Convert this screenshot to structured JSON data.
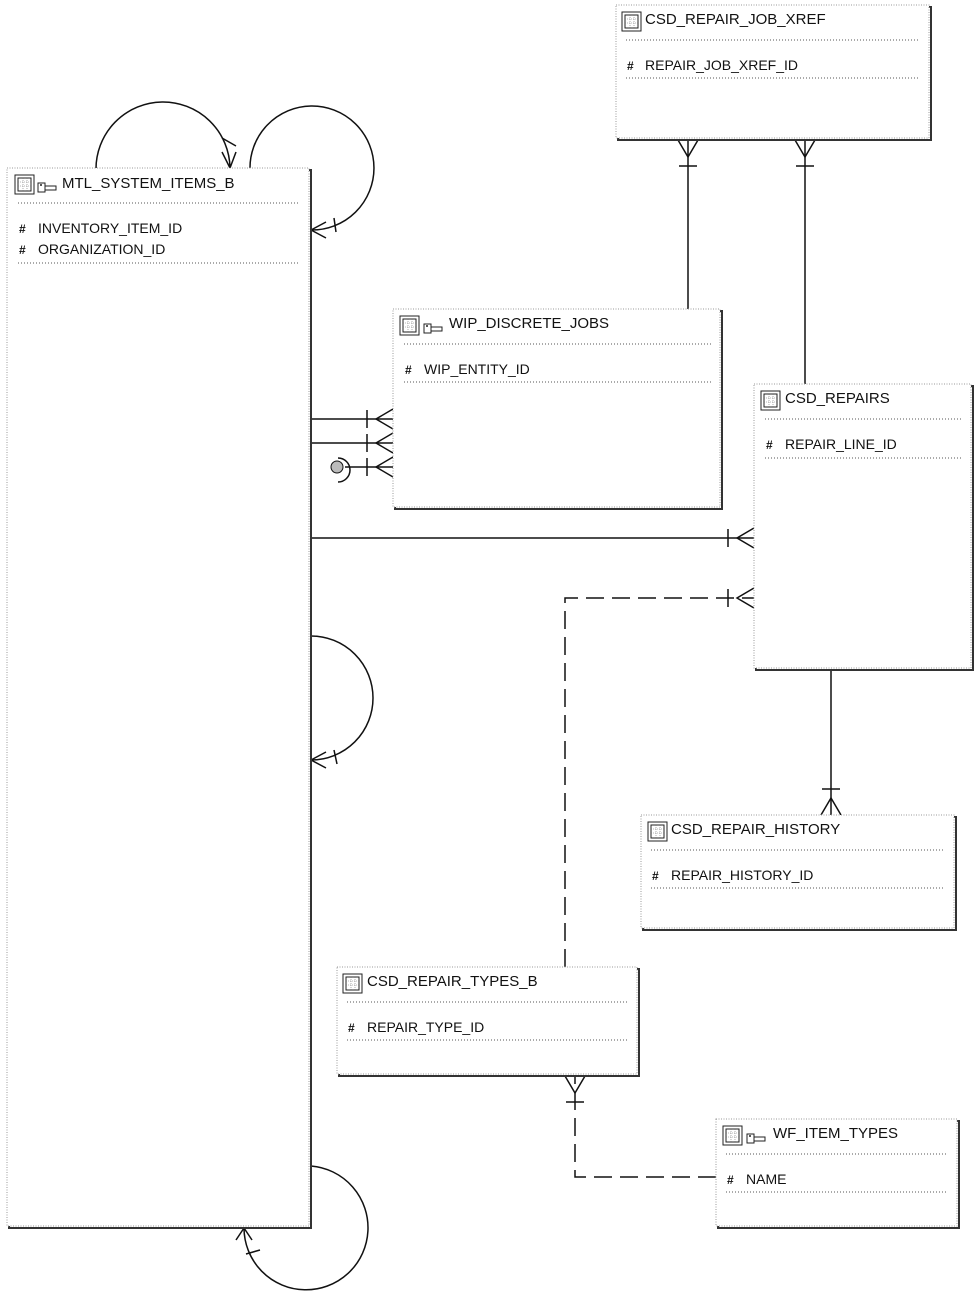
{
  "diagram": {
    "entities": {
      "mtl_system_items_b": {
        "name": "MTL_SYSTEM_ITEMS_B",
        "attributes": [
          "INVENTORY_ITEM_ID",
          "ORGANIZATION_ID"
        ]
      },
      "csd_repair_job_xref": {
        "name": "CSD_REPAIR_JOB_XREF",
        "attributes": [
          "REPAIR_JOB_XREF_ID"
        ]
      },
      "wip_discrete_jobs": {
        "name": "WIP_DISCRETE_JOBS",
        "attributes": [
          "WIP_ENTITY_ID"
        ]
      },
      "csd_repairs": {
        "name": "CSD_REPAIRS",
        "attributes": [
          "REPAIR_LINE_ID"
        ]
      },
      "csd_repair_history": {
        "name": "CSD_REPAIR_HISTORY",
        "attributes": [
          "REPAIR_HISTORY_ID"
        ]
      },
      "csd_repair_types_b": {
        "name": "CSD_REPAIR_TYPES_B",
        "attributes": [
          "REPAIR_TYPE_ID"
        ]
      },
      "wf_item_types": {
        "name": "WF_ITEM_TYPES",
        "attributes": [
          "NAME"
        ]
      }
    },
    "key_marker": "#",
    "icons": [
      "table-icon",
      "synonym-icon",
      "key-hash-icon"
    ]
  }
}
